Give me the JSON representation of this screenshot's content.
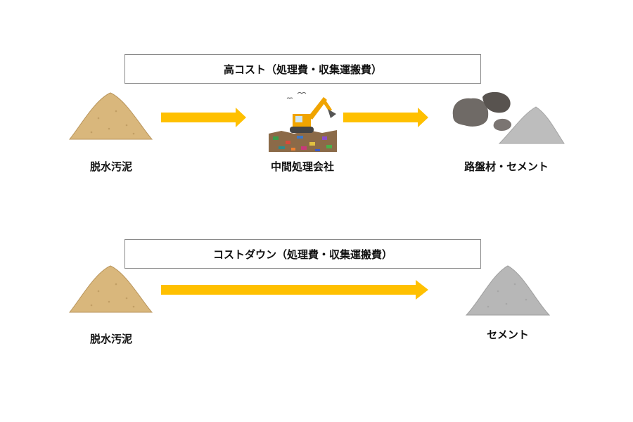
{
  "colors": {
    "arrow": "#ffc000",
    "sludge": "#d9b77c",
    "cement": "#b7b7b7",
    "rock": "#6f6a66",
    "excavator": "#f0a400"
  },
  "top_flow": {
    "banner": "高コスト（処理費・収集運搬費）",
    "source_label": "脱水汚泥",
    "middle_label": "中間処理会社",
    "target_label": "路盤材・セメント"
  },
  "bottom_flow": {
    "banner": "コストダウン（処理費・収集運搬費）",
    "source_label": "脱水汚泥",
    "target_label": "セメント"
  }
}
